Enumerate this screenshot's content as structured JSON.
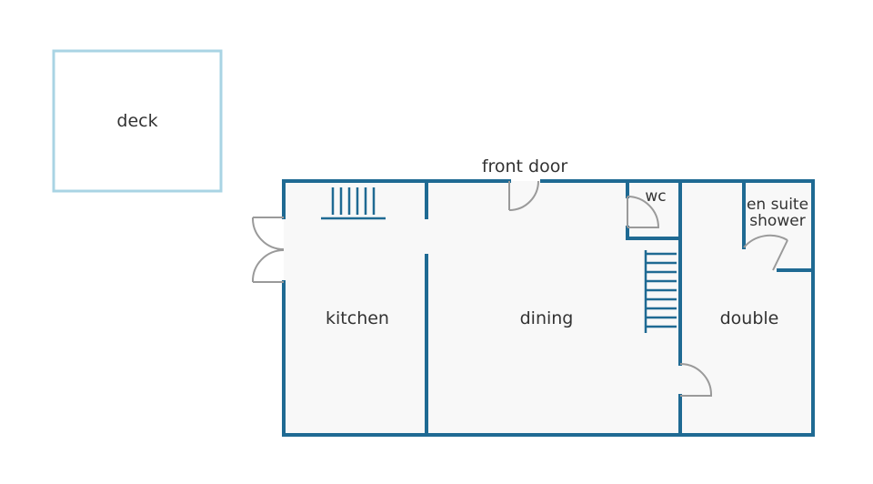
{
  "colors": {
    "wall": "#1f6a93",
    "deck_outline": "#a9d4e4",
    "floor": "#f8f8f8",
    "door_swing": "#9a9a9a",
    "label": "#333333"
  },
  "labels": {
    "deck": "deck",
    "front_door": "front door",
    "wc": "wc",
    "en_suite_line1": "en suite",
    "en_suite_line2": "shower",
    "kitchen": "kitchen",
    "dining": "dining",
    "double": "double"
  },
  "icons": {
    "radiator": "radiator-icon",
    "staircase": "staircase-icon",
    "door": "door-swing-icon"
  }
}
